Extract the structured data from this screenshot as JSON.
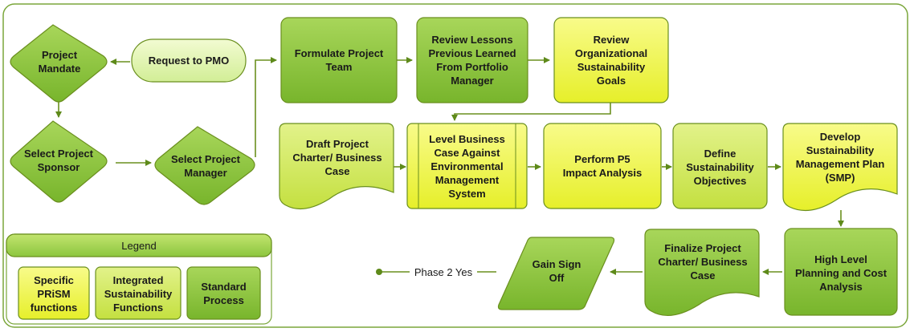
{
  "nodes": {
    "request_pmo": "Request to PMO",
    "project_mandate": "Project\nMandate",
    "select_sponsor": "Select Project\nSponsor",
    "select_manager": "Select Project\nManager",
    "formulate_team": "Formulate Project\nTeam",
    "review_lessons": "Review Lessons\nPrevious Learned\nFrom Portfolio\nManager",
    "review_goals": "Review\nOrganizational\nSustainability\nGoals",
    "draft_charter": "Draft Project\nCharter/ Business\nCase",
    "level_business_case": "Level Business\nCase Against\nEnvironmental\nManagement\nSystem",
    "perform_p5": "Perform P5\nImpact Analysis",
    "define_objectives": "Define\nSustainability\nObjectives",
    "develop_smp": "Develop\nSustainability\nManagement Plan\n(SMP)",
    "high_level_planning": "High Level\nPlanning and Cost\nAnalysis",
    "finalize_charter": "Finalize Project\nCharter/ Business\nCase",
    "gain_signoff": "Gain Sign\nOff"
  },
  "phase_label": "Phase 2 Yes",
  "legend": {
    "title": "Legend",
    "items": [
      "Specific\nPRiSM\nfunctions",
      "Integrated\nSustainability\nFunctions",
      "Standard\nProcess"
    ]
  },
  "colors": {
    "standard_process": "#8cc63f",
    "prism_specific": "#eef43a",
    "integrated_sustainability": "#d4ec5a",
    "request_pill": "#e6f7b8",
    "outline": "#6a8f1e"
  }
}
